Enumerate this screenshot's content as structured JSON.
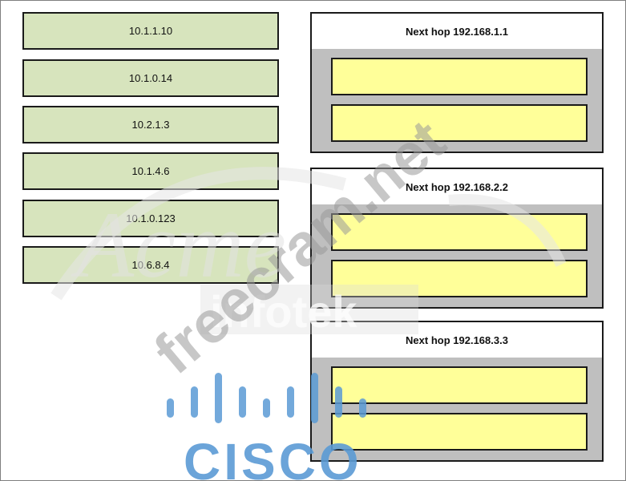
{
  "source_items": [
    "10.1.1.10",
    "10.1.0.14",
    "10.2.1.3",
    "10.1.4.6",
    "10.1.0.123",
    "10.6.8.4"
  ],
  "targets": [
    {
      "label": "Next hop 192.168.1.1",
      "slots": 2
    },
    {
      "label": "Next hop 192.168.2.2",
      "slots": 2
    },
    {
      "label": "Next hop 192.168.3.3",
      "slots": 2
    }
  ],
  "watermarks": {
    "freecram": "freecram.net",
    "cisco": "CISCO",
    "acme": "Acme",
    "infotek": "infotek"
  },
  "colors": {
    "source_fill": "#d7e4bd",
    "slot_fill": "#ffff99",
    "group_fill": "#bfbfbf",
    "cisco_blue": "#5b9bd5"
  }
}
